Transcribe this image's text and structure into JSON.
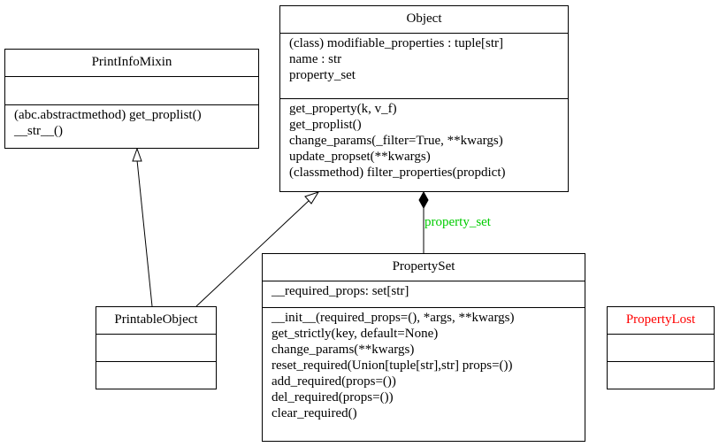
{
  "colors": {
    "line": "#000000",
    "label_green": "#00cc00",
    "title_red": "#ff0000"
  },
  "classes": {
    "object": {
      "name": "Object",
      "attributes": [
        "(class) modifiable_properties : tuple[str]",
        "name : str",
        "property_set"
      ],
      "methods": [
        "get_property(k, v_f)",
        "get_proplist()",
        "change_params(_filter=True, **kwargs)",
        "update_propset(**kwargs)",
        "(classmethod) filter_properties(propdict)"
      ]
    },
    "print_info_mixin": {
      "name": "PrintInfoMixin",
      "attributes": [],
      "methods": [
        "(abc.abstractmethod) get_proplist()",
        "__str__()"
      ]
    },
    "printable_object": {
      "name": "PrintableObject",
      "attributes": [],
      "methods": []
    },
    "property_set": {
      "name": "PropertySet",
      "attributes": [
        "__required_props: set[str]"
      ],
      "methods": [
        "__init__(required_props=(), *args, **kwargs)",
        "get_strictly(key, default=None)",
        "change_params(**kwargs)",
        " reset_required(Union[tuple[str],str] props=())",
        "add_required(props=())",
        "del_required(props=())",
        "clear_required()"
      ]
    },
    "property_lost": {
      "name": "PropertyLost",
      "attributes": [],
      "methods": []
    }
  },
  "edges": {
    "composition_label": "property_set"
  }
}
